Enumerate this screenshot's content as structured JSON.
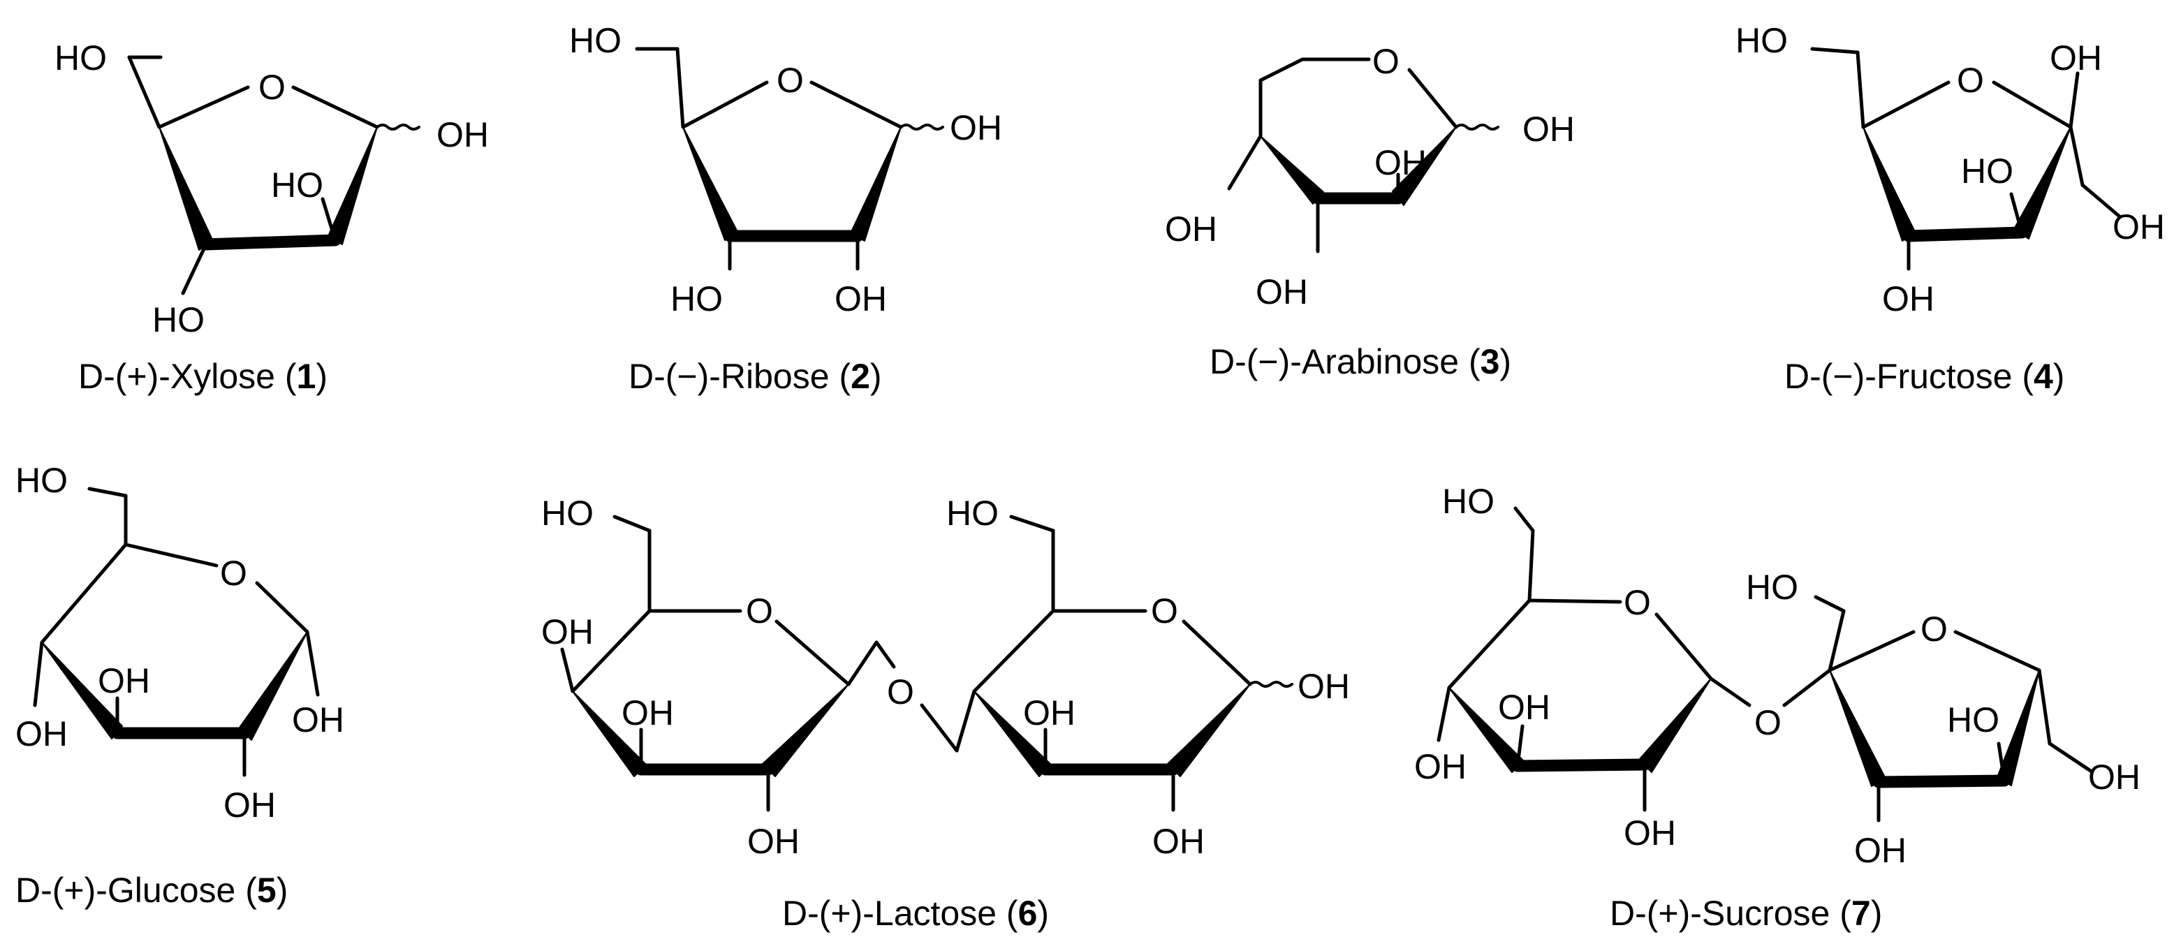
{
  "atoms": {
    "ring_oxygen": "O",
    "linker_oxygen": "O",
    "hydroxyl": "OH",
    "hydroxyl_left": "HO"
  },
  "compounds": [
    {
      "name": "D-(+)-Xylose",
      "number": "1"
    },
    {
      "name": "D-(−)-Ribose",
      "number": "2"
    },
    {
      "name": "D-(−)-Arabinose",
      "number": "3"
    },
    {
      "name": "D-(−)-Fructose",
      "number": "4"
    },
    {
      "name": "D-(+)-Glucose",
      "number": "5"
    },
    {
      "name": "D-(+)-Lactose",
      "number": "6"
    },
    {
      "name": "D-(+)-Sucrose",
      "number": "7"
    }
  ],
  "punctuation": {
    "open": " (",
    "close": ")"
  }
}
